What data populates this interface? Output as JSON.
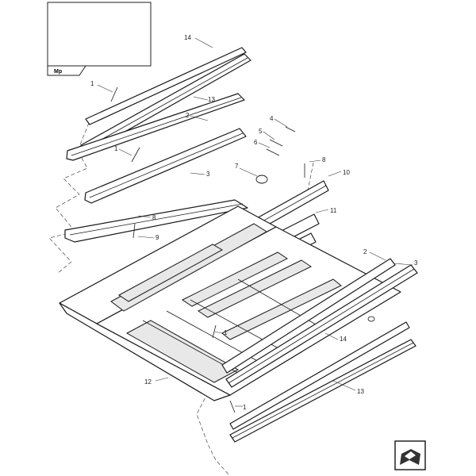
{
  "inset": {
    "tag": "Mp"
  },
  "callouts": {
    "c1": "1",
    "c2": "13",
    "c3": "14",
    "c4": "2",
    "c5": "4",
    "c6": "5",
    "c7": "6",
    "c8": "1",
    "c9": "3",
    "c10": "7",
    "c11": "8",
    "c12": "10",
    "c13": "11",
    "c14": "8",
    "c15": "9",
    "c16": "2",
    "c17": "3",
    "c18": "1",
    "c19": "14",
    "c20": "13",
    "c21": "12",
    "c22": "1"
  },
  "colors": {
    "line": "#1a1a1a",
    "shade": "#e8e8e8",
    "background": "#ffffff"
  },
  "icons": {
    "corner": "book-open-icon"
  }
}
